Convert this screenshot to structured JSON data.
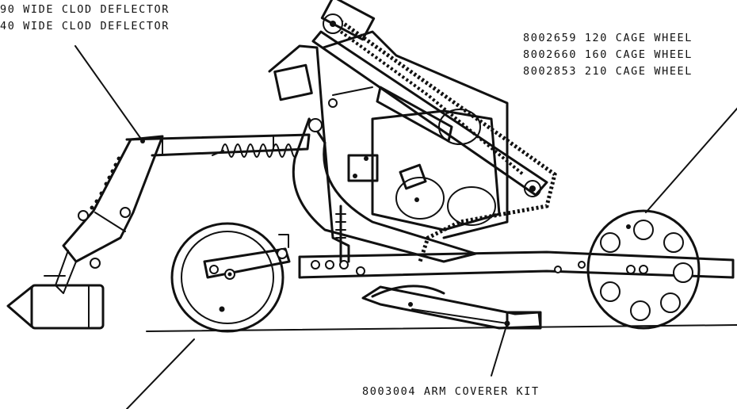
{
  "callouts": {
    "clod_deflector": [
      "90 WIDE CLOD DEFLECTOR",
      "40 WIDE CLOD DEFLECTOR"
    ],
    "cage_wheels": [
      "8002659 120 CAGE WHEEL",
      "8002660 160 CAGE WHEEL",
      "8002853 210 CAGE WHEEL"
    ],
    "arm_coverer": "8003004 ARM COVERER KIT"
  }
}
